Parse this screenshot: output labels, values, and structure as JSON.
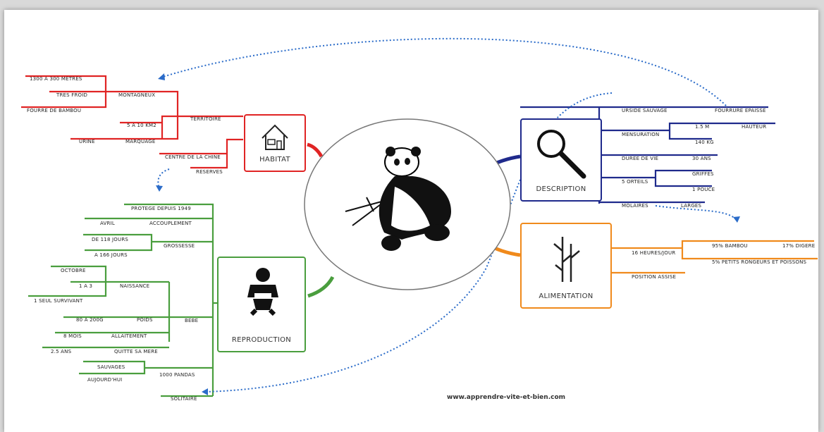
{
  "website": "www.apprendre-vite-et-bien.com",
  "colors": {
    "habitat": "#e02424",
    "description": "#1f2a8c",
    "alimentation": "#f08a1c",
    "reproduction": "#4a9e3e",
    "link": "#2b6cc9"
  },
  "center": {
    "icon": "panda-eating-bamboo"
  },
  "habitat": {
    "title": "HABITAT",
    "icon": "house-icon",
    "items": {
      "altitude": "1300 A 300 METRES",
      "cold": "TRES FROID",
      "montagneux": "MONTAGNEUX",
      "bamboo": "FOURRE DE BAMBOU",
      "territoire": "TERRITOIRE",
      "area": "5 A 10 KM2",
      "urine": "URINE",
      "marquage": "MARQUAGE",
      "chine": "CENTRE DE LA CHINE",
      "reserves": "RESERVES"
    }
  },
  "description": {
    "title": "DESCRIPTION",
    "icon": "magnifier-icon",
    "items": {
      "ursid": "URSIDE SAUVAGE",
      "fur": "FOURRURE EPAISSE",
      "mensuration": "MENSURATION",
      "height_val": "1.5 M",
      "height": "HAUTEUR",
      "weight": "140 KG",
      "lifespan": "DUREE DE VIE",
      "years": "30 ANS",
      "toes": "5 ORTEILS",
      "claws": "GRIFFES",
      "thumb": "1 POUCE",
      "molars": "MOLAIRES",
      "wide": "LARGES"
    }
  },
  "alimentation": {
    "title": "ALIMENTATION",
    "icon": "bamboo-icon",
    "items": {
      "hours": "16 HEURES/JOUR",
      "bamboo": "95% BAMBOU",
      "digest": "17% DIGERE",
      "rodents": "5% PETITS RONGEURS ET POISSONS",
      "seated": "POSITION ASSISE"
    }
  },
  "reproduction": {
    "title": "REPRODUCTION",
    "icon": "baby-icon",
    "items": {
      "protected": "PROTEGE DEPUIS 1949",
      "april": "AVRIL",
      "mating": "ACCOUPLEMENT",
      "days118": "DE 118 JOURS",
      "gestation": "GROSSESSE",
      "days166": "A 166 JOURS",
      "october": "OCTOBRE",
      "oneto3": "1 A 3",
      "birth": "NAISSANCE",
      "survivor": "1 SEUL SURVIVANT",
      "weight_range": "80 A 200G",
      "poids": "POIDS",
      "bebe": "BEBE",
      "months": "8 MOIS",
      "nursing": "ALLAITEMENT",
      "years": "2.5 ANS",
      "leaves": "QUITTE SA MERE",
      "wild": "SAUVAGES",
      "today": "AUJOURD'HUI",
      "pandas": "1000 PANDAS",
      "solitary": "SOLITAIRE"
    }
  }
}
